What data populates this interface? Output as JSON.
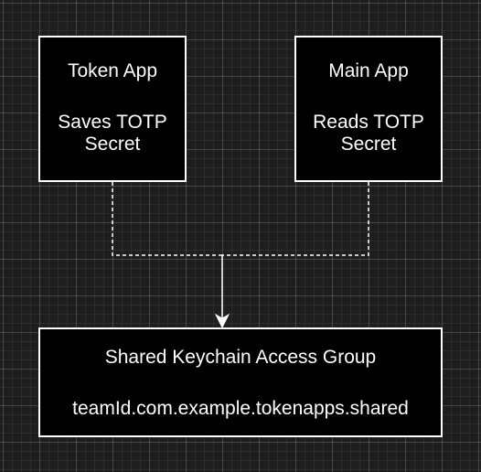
{
  "diagram": {
    "nodes": {
      "token_app": {
        "title": "Token App",
        "description_line1": "Saves TOTP",
        "description_line2": "Secret"
      },
      "main_app": {
        "title": "Main App",
        "description_line1": "Reads TOTP",
        "description_line2": "Secret"
      },
      "shared_group": {
        "title": "Shared Keychain Access Group",
        "identifier": "teamId.com.example.tokenapps.shared"
      }
    },
    "edges": [
      {
        "from": "token_app",
        "to": "shared_group",
        "style": "dashed"
      },
      {
        "from": "main_app",
        "to": "shared_group",
        "style": "dashed"
      },
      {
        "from": "junction",
        "to": "shared_group",
        "style": "solid-arrow"
      }
    ],
    "colors": {
      "background": "#1e1e1e",
      "node_fill": "#000000",
      "stroke": "#ffffff",
      "text": "#ffffff"
    }
  }
}
